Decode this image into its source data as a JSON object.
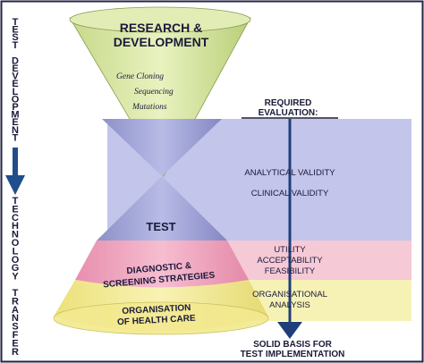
{
  "left_arrow": {
    "top_text": "TEST DEVELOPMENT",
    "bottom_text": "TECHNOLOGY TRANSFER",
    "arrow_color": "#1f4e8c"
  },
  "cone_top": {
    "title_line1": "RESEARCH &",
    "title_line2": "DEVELOPMENT",
    "items": [
      "Gene Cloning",
      "Sequencing",
      "Mutations"
    ],
    "color": "#d9e8a6"
  },
  "cone_bottom": {
    "test_label": "TEST",
    "diagnostic_line1": "DIAGNOSTIC &",
    "diagnostic_line2": "SCREENING STRATEGIES",
    "organisation_line1": "ORGANISATION",
    "organisation_line2": "OF HEALTH CARE",
    "colors": {
      "blue": "#a9acd9",
      "pink": "#f0a9c0",
      "yellow": "#f4ec9a"
    }
  },
  "evaluation": {
    "header_line1": "REQUIRED",
    "header_line2": "EVALUATION:",
    "blue_items": [
      "ANALYTICAL VALIDITY",
      "CLINICAL VALIDITY"
    ],
    "pink_items": [
      "UTILITY",
      "ACCEPTABILITY",
      "FEASIBILITY"
    ],
    "yellow_items": [
      "ORGANISATIONAL",
      "ANALYSIS"
    ],
    "footer_line1": "SOLID BASIS FOR",
    "footer_line2": "TEST IMPLEMENTATION",
    "band_colors": {
      "blue": "#c3c5ea",
      "pink": "#f5c9d6",
      "yellow": "#f6f2b5"
    }
  }
}
